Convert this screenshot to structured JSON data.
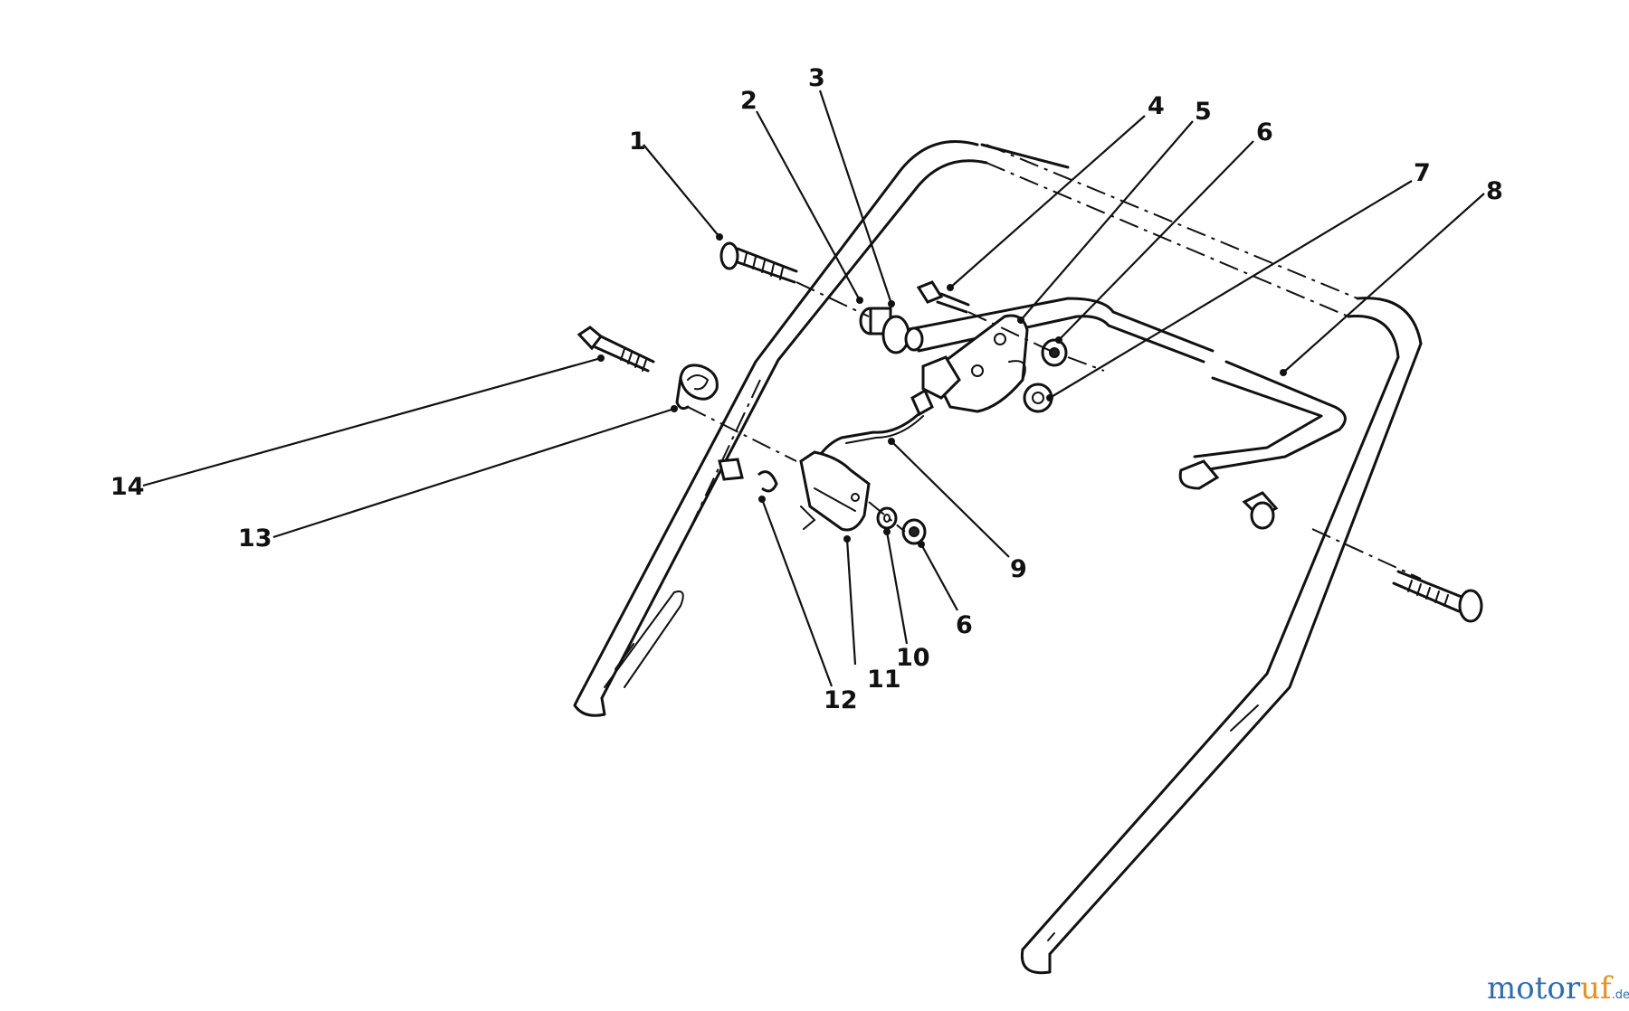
{
  "callouts": [
    {
      "id": "1",
      "label": "1"
    },
    {
      "id": "2",
      "label": "2"
    },
    {
      "id": "3",
      "label": "3"
    },
    {
      "id": "4",
      "label": "4"
    },
    {
      "id": "5",
      "label": "5"
    },
    {
      "id": "6a",
      "label": "6"
    },
    {
      "id": "7",
      "label": "7"
    },
    {
      "id": "8",
      "label": "8"
    },
    {
      "id": "9",
      "label": "9"
    },
    {
      "id": "6b",
      "label": "6"
    },
    {
      "id": "10",
      "label": "10"
    },
    {
      "id": "11",
      "label": "11"
    },
    {
      "id": "12",
      "label": "12"
    },
    {
      "id": "13",
      "label": "13"
    },
    {
      "id": "14",
      "label": "14"
    }
  ],
  "watermark": {
    "part_a": "motor",
    "part_b": "uf",
    "suffix": ".de",
    "colors": {
      "primary": "#2d6db5",
      "accent": "#e8901c"
    }
  }
}
